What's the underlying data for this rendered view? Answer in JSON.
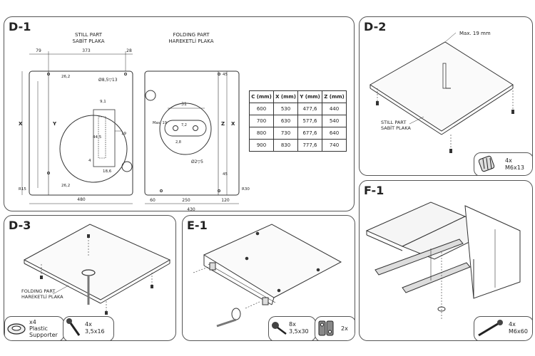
{
  "d1": {
    "id": "D-1",
    "still_part": "STILL PART",
    "still_part_tr": "SABİT PLAKA",
    "folding_part": "FOLDING PART",
    "folding_part_tr": "HAREKETLİ PLAKA",
    "dim_79": "79",
    "dim_373": "373",
    "dim_28": "28",
    "dim_262a": "26,2",
    "dim_262b": "26,2",
    "dim_hole": "Ø8,5▽13",
    "dim_91": "9,1",
    "dim_445": "44,5",
    "dim_19": "19",
    "dim_4": "4",
    "dim_186": "18,6",
    "dim_r15": "R15",
    "dim_480": "480",
    "label_x": "X",
    "label_y": "Y",
    "label_z": "Z",
    "dim_31": "31",
    "dim_max19": "Max. 19",
    "dim_28x": "2,8",
    "dim_72": "7,2",
    "dim_45a": "45",
    "dim_45b": "45",
    "dim_hole2": "Ø2▽5",
    "dim_60": "60",
    "dim_250": "250",
    "dim_120": "120",
    "dim_430": "430",
    "dim_r30": "R30"
  },
  "table": {
    "headers": [
      "C (mm)",
      "X (mm)",
      "Y (mm)",
      "Z (mm)"
    ],
    "rows": [
      [
        "600",
        "530",
        "477,6",
        "440"
      ],
      [
        "700",
        "630",
        "577,6",
        "540"
      ],
      [
        "800",
        "730",
        "677,6",
        "640"
      ],
      [
        "900",
        "830",
        "777,6",
        "740"
      ]
    ]
  },
  "d2": {
    "id": "D-2",
    "max": "Max. 19 mm",
    "still_part": "STILL PART",
    "still_part_tr": "SABİT PLAKA",
    "qty": "4x",
    "spec": "M6x13"
  },
  "d3": {
    "id": "D-3",
    "folding_part": "FOLDING PART",
    "folding_part_tr": "HAREKETLİ PLAKA",
    "supp_qty": "x4",
    "supp_name1": "Plastic",
    "supp_name2": "Supporter",
    "screw_qty": "4x",
    "screw_spec": "3,5x16"
  },
  "e1": {
    "id": "E-1",
    "screw_qty": "8x",
    "screw_spec": "3,5x30",
    "hinge_qty": "2x"
  },
  "f1": {
    "id": "F-1",
    "qty": "4x",
    "spec": "M6x60"
  }
}
